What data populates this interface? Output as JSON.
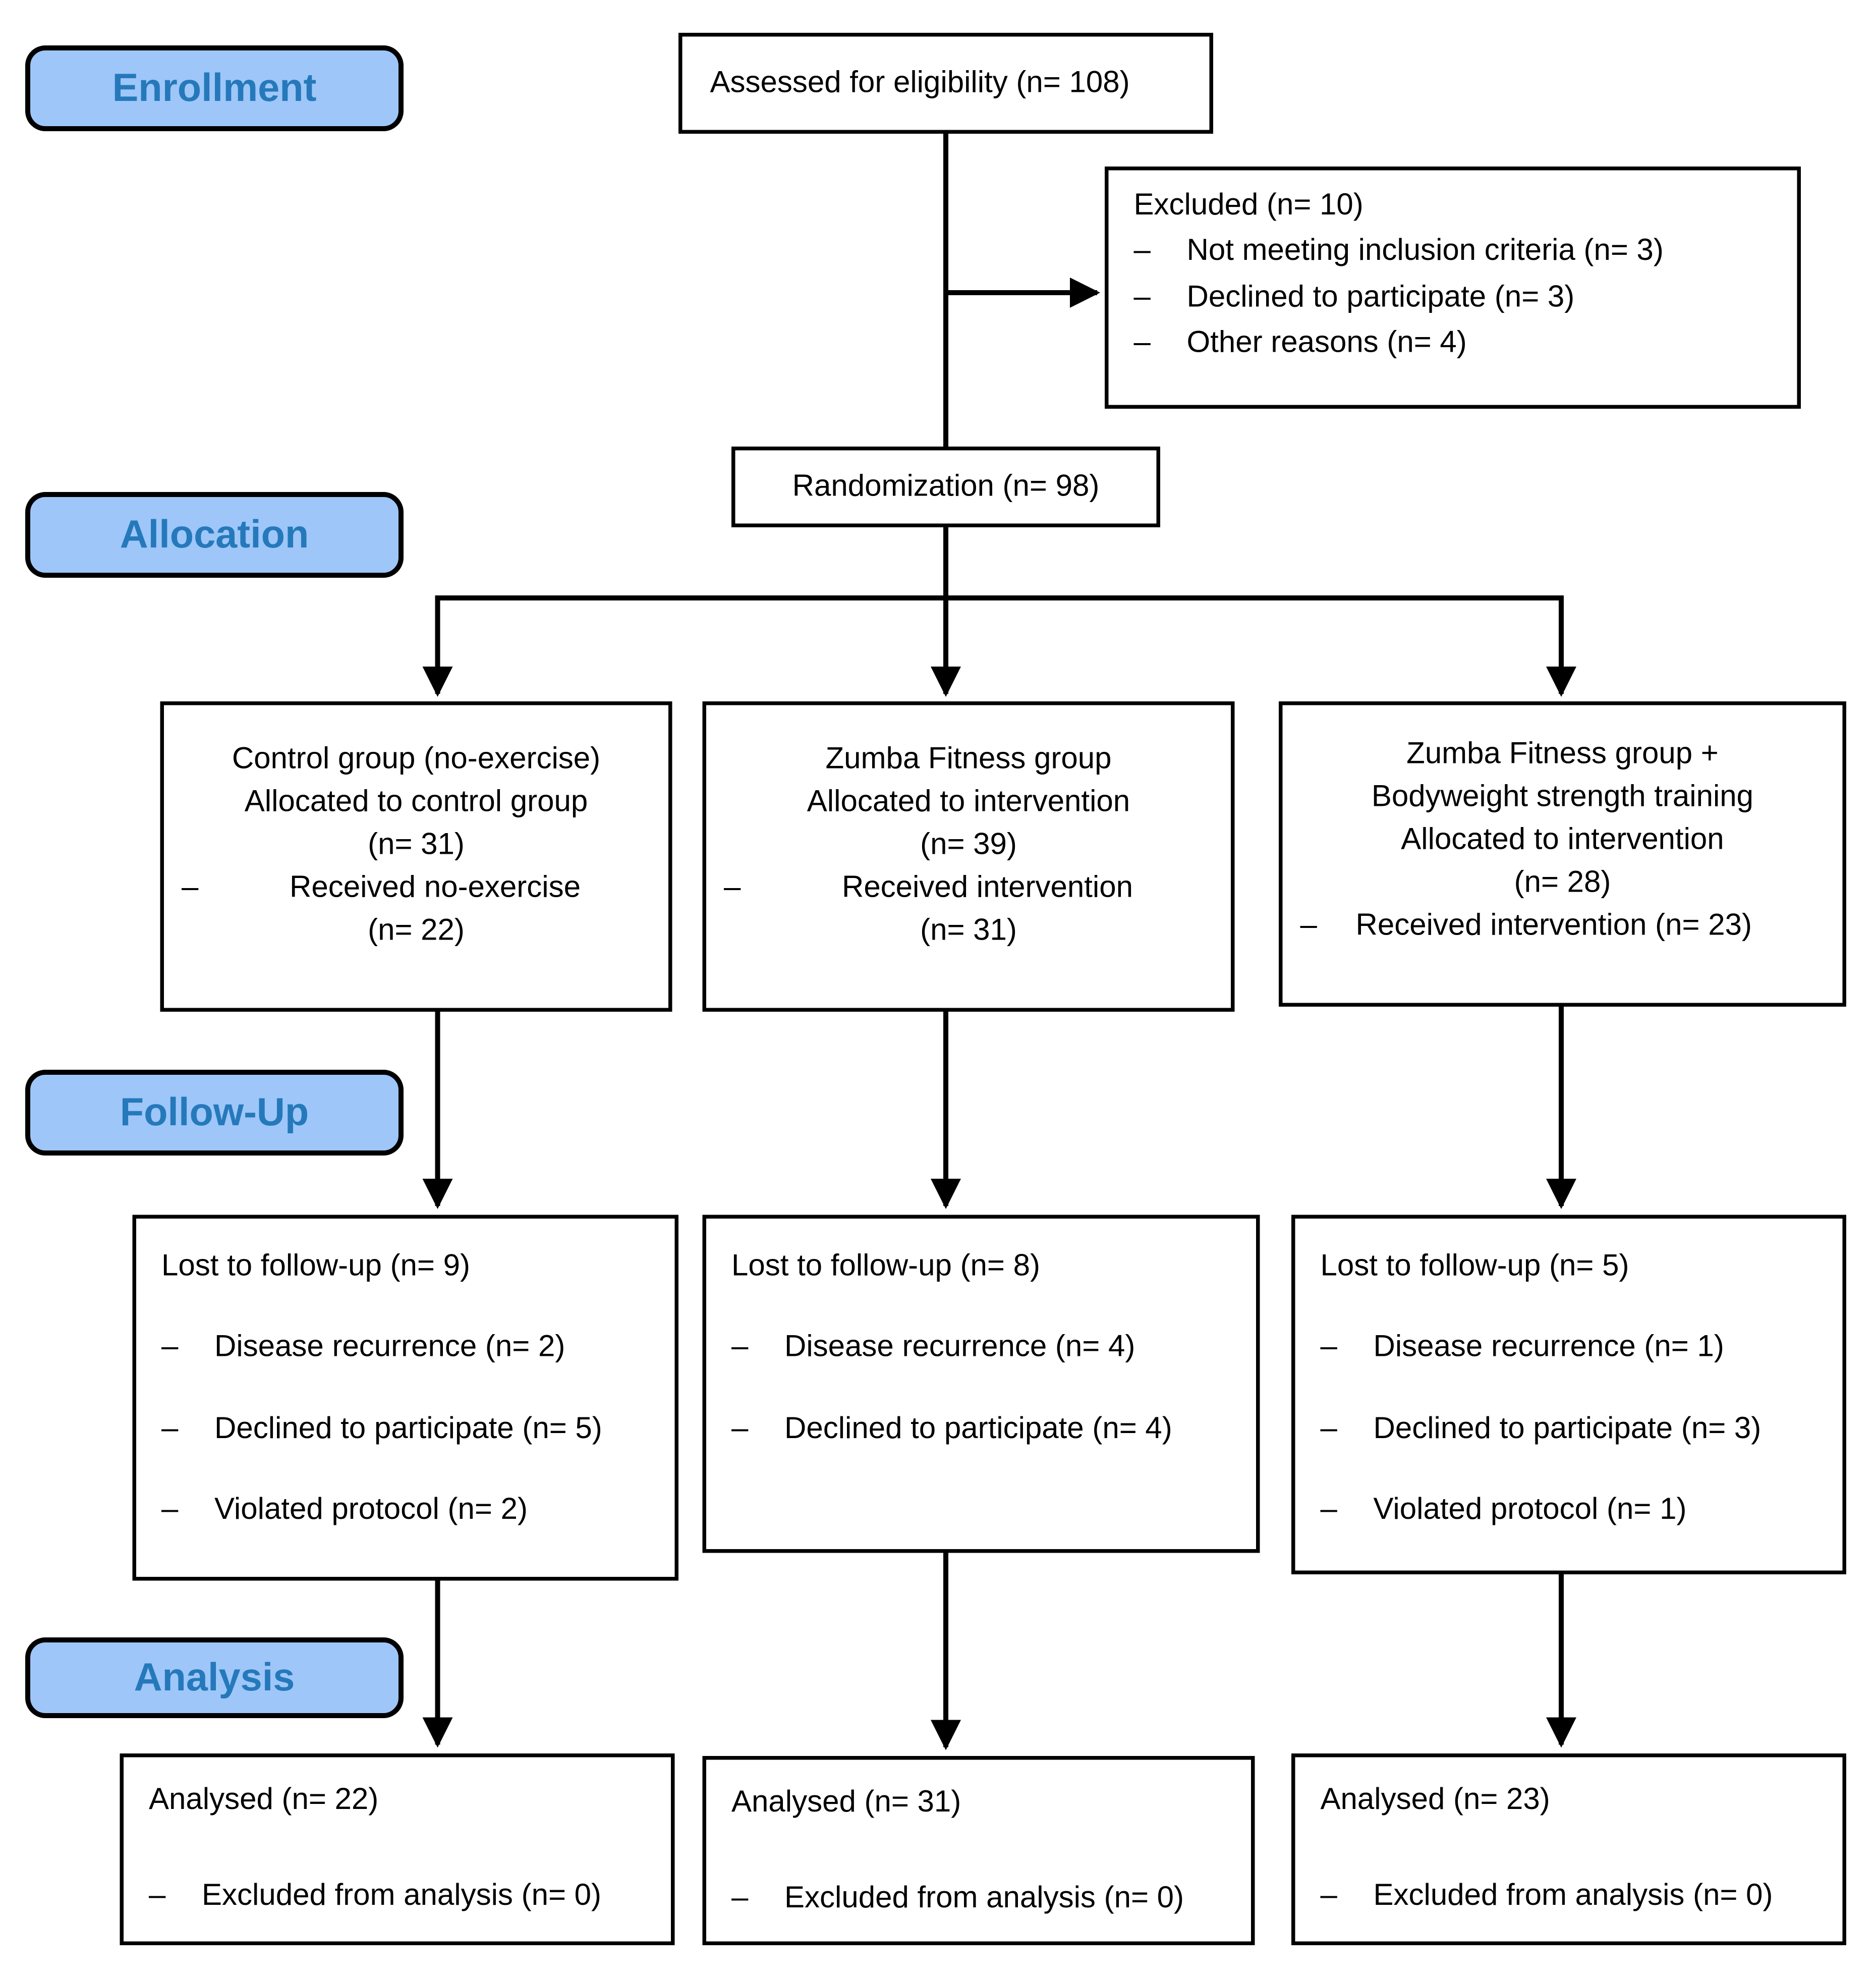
{
  "colors": {
    "background": "#FFFFFF",
    "phase_fill": "#9EC6F9",
    "phase_text": "#2579BA",
    "phase_border": "#000000",
    "box_border": "#000000",
    "connector": "#000000"
  },
  "bullet_dash": "–",
  "phase_labels": {
    "enrollment": "Enrollment",
    "allocation": "Allocation",
    "follow_up": "Follow-Up",
    "analysis": "Analysis"
  },
  "enrollment": {
    "assessed": "Assessed for eligibility (n= 108)",
    "excluded": {
      "title": "Excluded (n= 10)",
      "items": [
        "Not meeting inclusion criteria (n= 3)",
        "Declined to participate (n= 3)",
        "Other reasons (n= 4)"
      ]
    },
    "randomization": "Randomization (n= 98)"
  },
  "allocation": {
    "control": {
      "line1": "Control group (no-exercise)",
      "line2": "Allocated to control group",
      "line3": "(n= 31)",
      "received": "Received no-exercise",
      "received_n": "(n= 22)"
    },
    "zumba": {
      "line1": "Zumba Fitness group",
      "line2": "Allocated to intervention",
      "line3": "(n= 39)",
      "received": "Received intervention",
      "received_n": "(n= 31)"
    },
    "zumba_strength": {
      "line1": "Zumba Fitness group +",
      "line2": "Bodyweight strength training",
      "line3": "Allocated to intervention",
      "line4": "(n= 28)",
      "received": "Received intervention (n= 23)"
    }
  },
  "follow_up": {
    "control": {
      "title": "Lost to follow-up (n= 9)",
      "items": [
        "Disease recurrence (n= 2)",
        "Declined to participate (n= 5)",
        "Violated protocol (n= 2)"
      ]
    },
    "zumba": {
      "title": "Lost to follow-up (n= 8)",
      "items": [
        "Disease recurrence (n= 4)",
        "Declined to participate (n= 4)"
      ]
    },
    "zumba_strength": {
      "title": "Lost to follow-up (n= 5)",
      "items": [
        "Disease recurrence (n= 1)",
        "Declined to participate (n= 3)",
        "Violated protocol (n= 1)"
      ]
    }
  },
  "analysis": {
    "control": {
      "title": "Analysed (n= 22)",
      "item": "Excluded from analysis (n= 0)"
    },
    "zumba": {
      "title": "Analysed (n= 31)",
      "item": "Excluded from analysis (n= 0)"
    },
    "zumba_strength": {
      "title": "Analysed (n= 23)",
      "item": "Excluded from analysis (n= 0)"
    }
  }
}
